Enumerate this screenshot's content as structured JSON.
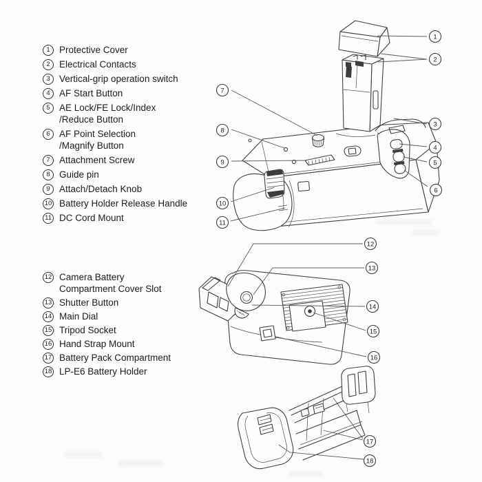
{
  "page": {
    "background_color": "#fdfdfd",
    "line_color": "#3f3f3f",
    "text_color": "#1c1c1c"
  },
  "parts_top": {
    "items": [
      {
        "num": "1",
        "label": "Protective Cover"
      },
      {
        "num": "2",
        "label": "Electrical Contacts"
      },
      {
        "num": "3",
        "label": "Vertical-grip operation switch"
      },
      {
        "num": "4",
        "label": "AF Start Button"
      },
      {
        "num": "5",
        "label": "AE Lock/FE Lock/Index",
        "label2": "/Reduce Button"
      },
      {
        "num": "6",
        "label": "AF Point Selection",
        "label2": "/Magnify Button"
      },
      {
        "num": "7",
        "label": "Attachment Screw"
      },
      {
        "num": "8",
        "label": "Guide pin"
      },
      {
        "num": "9",
        "label": "Attach/Detach Knob"
      },
      {
        "num": "10",
        "label": "Battery Holder Release Handle"
      },
      {
        "num": "11",
        "label": "DC Cord Mount"
      }
    ]
  },
  "parts_bottom": {
    "items": [
      {
        "num": "12",
        "label": "Camera Battery",
        "label2": "Compartment Cover Slot"
      },
      {
        "num": "13",
        "label": "Shutter Button"
      },
      {
        "num": "14",
        "label": "Main Dial"
      },
      {
        "num": "15",
        "label": "Tripod Socket"
      },
      {
        "num": "16",
        "label": "Hand Strap Mount"
      },
      {
        "num": "17",
        "label": "Battery Pack Compartment"
      },
      {
        "num": "18",
        "label": "LP-E6 Battery Holder"
      }
    ]
  },
  "diagrams": {
    "top_view": {
      "callout_numbers": [
        "1",
        "2",
        "3",
        "4",
        "5",
        "6",
        "7",
        "8",
        "9",
        "10",
        "11"
      ]
    },
    "bottom_view": {
      "callout_numbers": [
        "12",
        "13",
        "14",
        "15",
        "16"
      ]
    },
    "holder_view": {
      "callout_numbers": [
        "17",
        "18"
      ]
    }
  }
}
